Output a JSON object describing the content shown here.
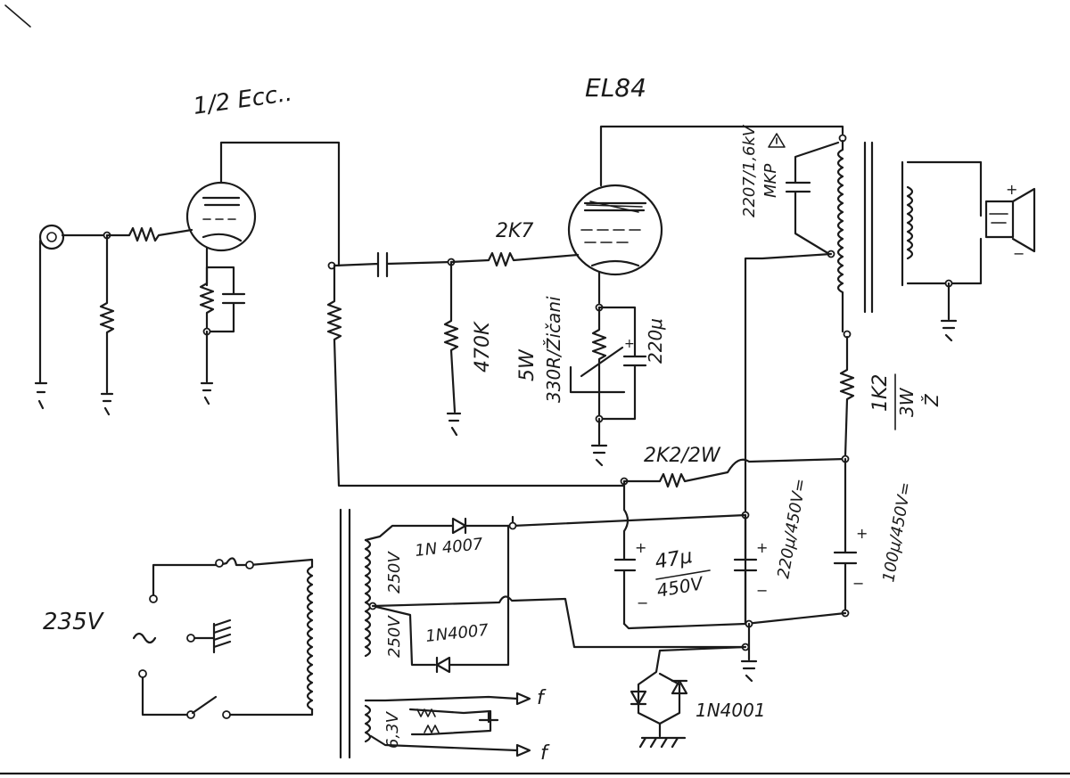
{
  "labels": {
    "preamp_tube": "1/2 Ecc..",
    "power_tube": "EL84",
    "grid_resistor": "2K7",
    "grid_leak": "470K",
    "cathode_resistor": "330R/Žičani",
    "cathode_power": "5W",
    "cathode_cap": "220μ",
    "snubber_cap": "2207/1,6kV",
    "snubber_cap_type": "MKP",
    "screen_resistor": "2K2/2W",
    "filter_resistor": "1K2",
    "filter_resistor_power": "3W",
    "filter_resistor_type": "Ž",
    "cap_47": "47μ",
    "cap_47_voltage": "450V",
    "cap_220": "220μ/450V=",
    "cap_100": "100μ/450V=",
    "diode_top": "1N 4007",
    "diode_bottom": "1N4007",
    "winding_top": "250V",
    "winding_bottom": "250V",
    "winding_heater": "6,3V",
    "heater_out_top": "f",
    "heater_out_bottom": "f",
    "mains": "235V",
    "bias_diodes": "1N4001",
    "plus": "+",
    "minus": "−"
  }
}
